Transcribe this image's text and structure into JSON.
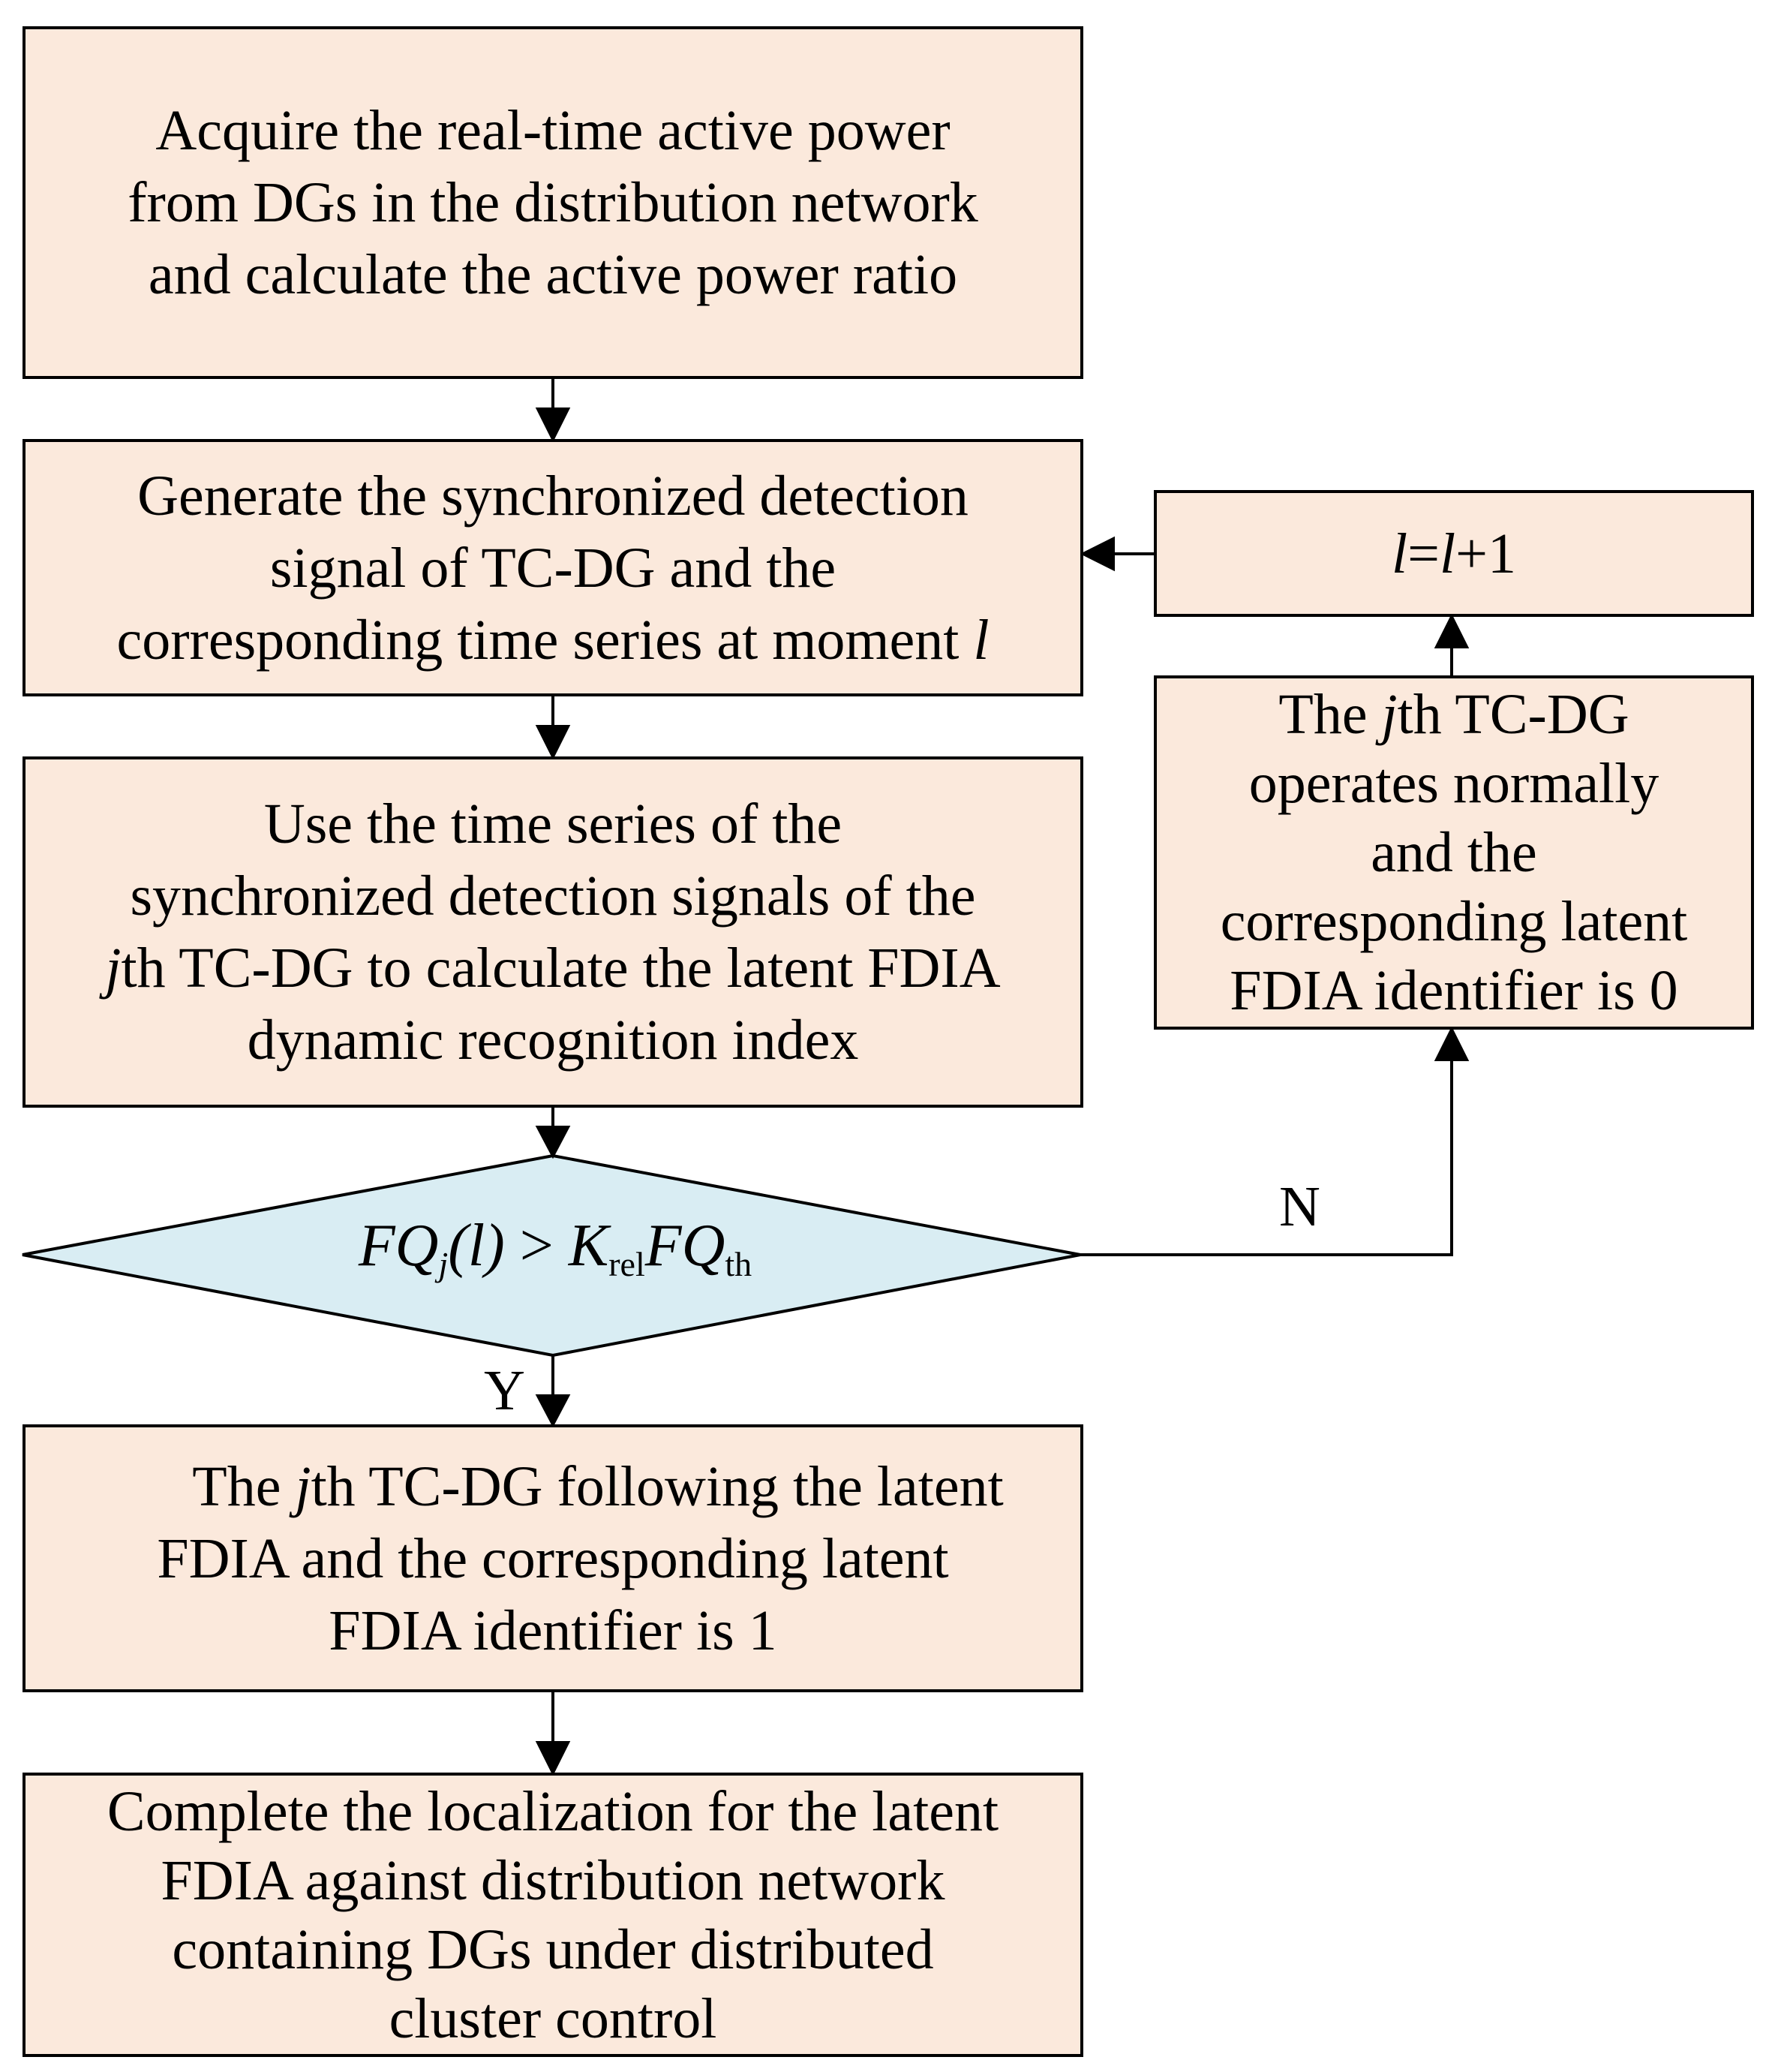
{
  "steps": {
    "acquire": [
      "Acquire the real-time  active power",
      "from DGs in the distribution network",
      "and calculate the active power ratio"
    ],
    "generate": {
      "line1": "Generate the synchronized detection",
      "line2": "signal of TC-DG  and the",
      "line3_text": "corresponding time series  at moment ",
      "line3_var": "l"
    },
    "use": {
      "line1": "Use the  time series of the",
      "line2": "synchronized detection signals of the",
      "line3_var": "j",
      "line3_text": "th TC-DG to calculate the latent FDIA",
      "line4": "dynamic recognition index"
    },
    "decision": {
      "fq": "FQ",
      "sub_j": "j",
      "arg": "(l)",
      "gt": " > ",
      "k": "K",
      "sub_rel": "rel",
      "fq2": "FQ",
      "sub_th": "th"
    },
    "attack": {
      "line1_pre": "The ",
      "line1_var": "j",
      "line1_text": "th TC-DG following the latent",
      "line2": "FDIA and the corresponding latent",
      "line3": "FDIA identifier is 1"
    },
    "complete": [
      "Complete the localization for the latent",
      "FDIA against distribution network",
      "containing DGs under distributed",
      "cluster control"
    ],
    "normal": {
      "line1_pre": "The ",
      "line1_var": "j",
      "line1_text": "th TC-DG",
      "line2": "operates normally",
      "line3": "and the",
      "line4": "corresponding latent",
      "line5": "FDIA identifier is 0"
    },
    "increment": {
      "var1": "l",
      "eq": "=",
      "var2": "l",
      "plus": "+1"
    }
  },
  "labels": {
    "yes": "Y",
    "no": "N"
  },
  "colors": {
    "process_fill": "#fbe9dc",
    "decision_fill": "#d9edf3",
    "stroke": "#000000"
  }
}
